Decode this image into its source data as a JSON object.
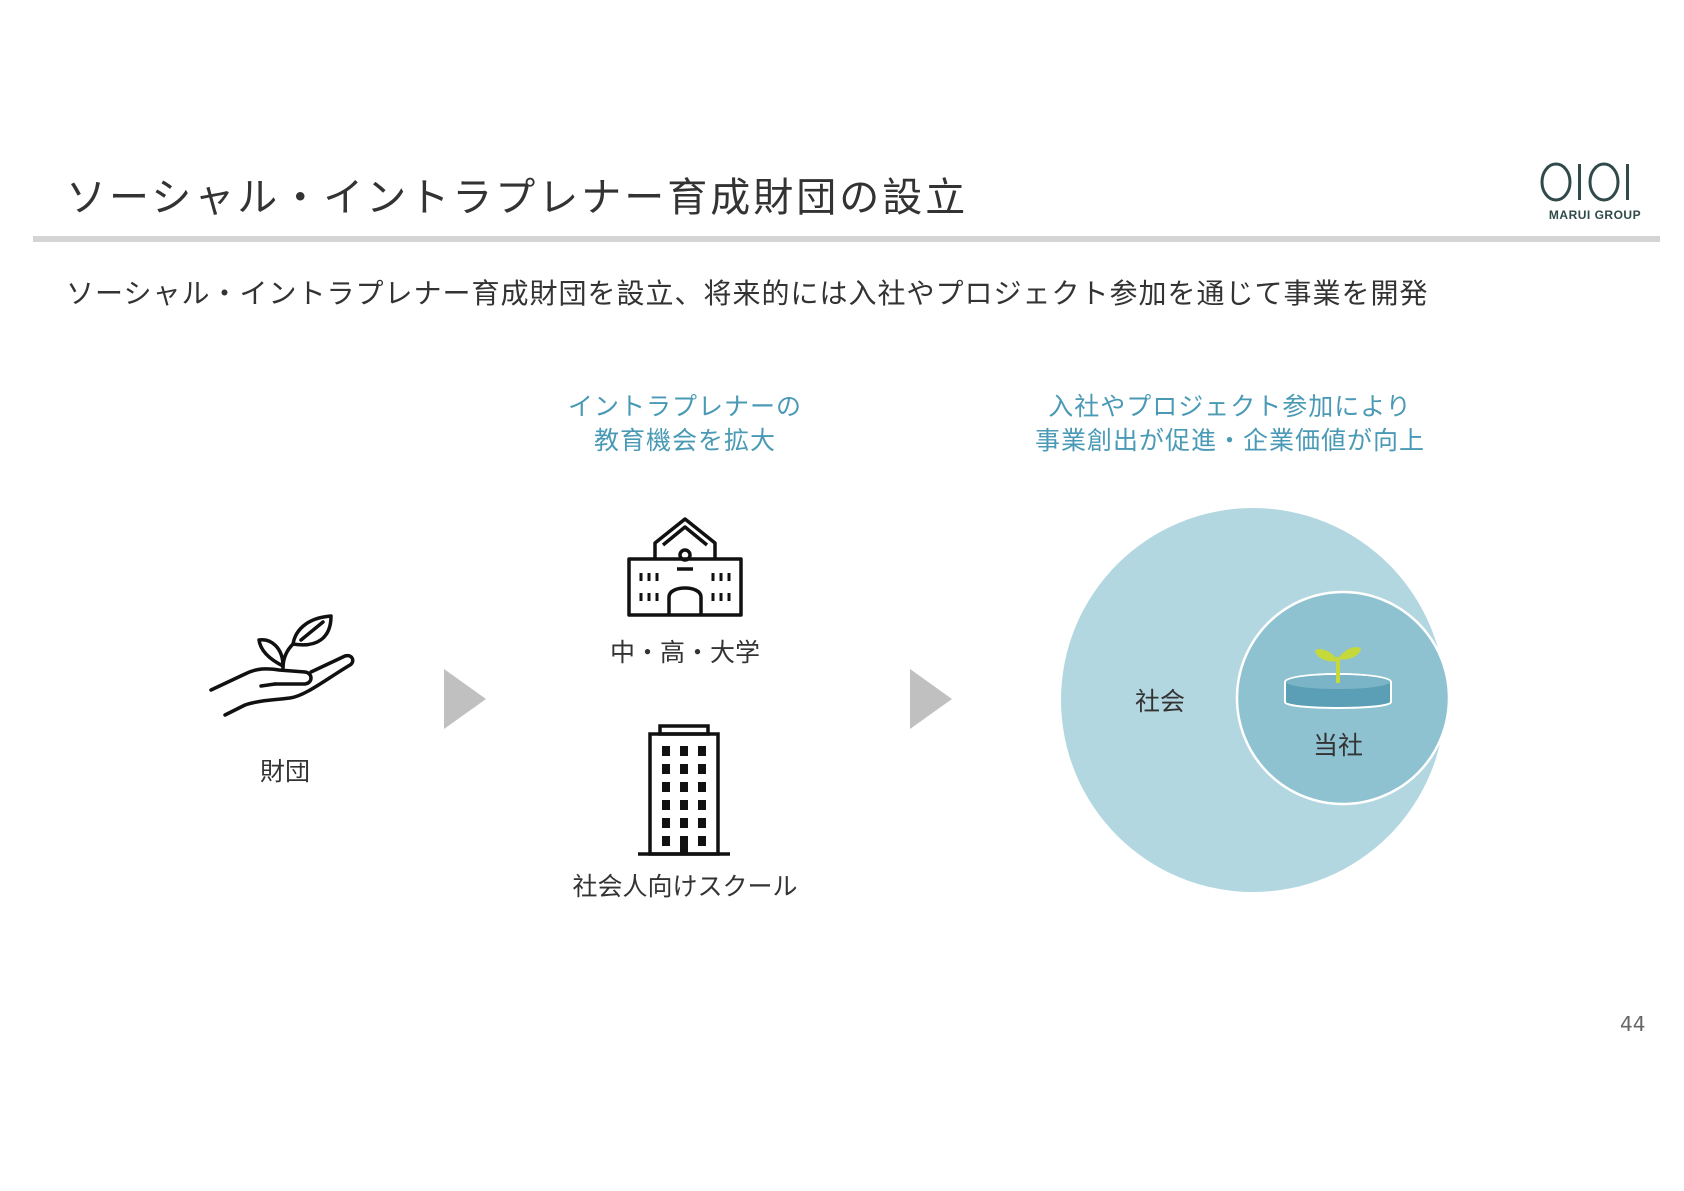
{
  "slide": {
    "title": "ソーシャル・イントラプレナー育成財団の設立",
    "subtitle": "ソーシャル・イントラプレナー育成財団を設立、将来的には入社やプロジェクト参加を通じて事業を開発",
    "page_number": "44"
  },
  "logo": {
    "mark": "OIOI",
    "text": "MARUI GROUP"
  },
  "colors": {
    "accent_text": "#4a9ab6",
    "outer_circle": "#b3d7e0",
    "inner_circle": "#8fc2d1",
    "dish": "#5a9fb5",
    "sprout": "#c5d93a",
    "arrow": "#c0c0c0"
  },
  "foundation": {
    "icon": "hand-with-sprout-icon",
    "label": "財団"
  },
  "education": {
    "heading_line1": "イントラプレナーの",
    "heading_line2": "教育機会を拡大",
    "school_icon": "school-building-icon",
    "school_label": "中・高・大学",
    "office_icon": "office-building-icon",
    "office_label": "社会人向けスクール"
  },
  "outcome": {
    "heading_line1": "入社やプロジェクト参加により",
    "heading_line2": "事業創出が促進・企業価値が向上",
    "society_label": "社会",
    "company_label": "当社",
    "icon": "sprout-in-dish-icon"
  }
}
